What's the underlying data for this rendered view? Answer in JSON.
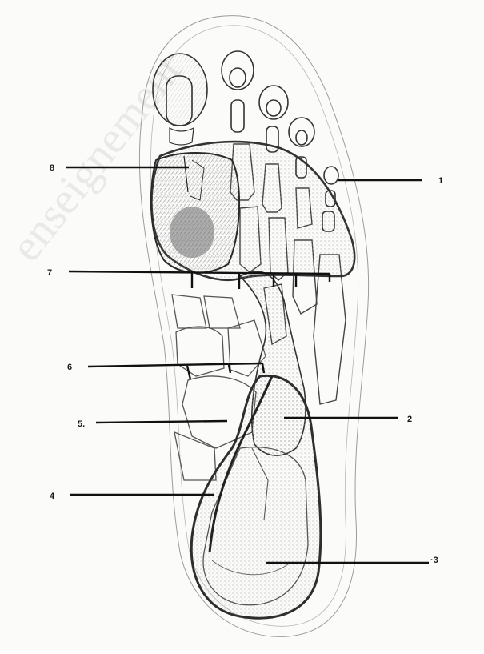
{
  "diagram": {
    "watermark": "enseignement",
    "labels": [
      {
        "id": "1",
        "text": "1"
      },
      {
        "id": "2",
        "text": "2"
      },
      {
        "id": "3",
        "text": "·3"
      },
      {
        "id": "4",
        "text": "4"
      },
      {
        "id": "5",
        "text": "5."
      },
      {
        "id": "6",
        "text": "6"
      },
      {
        "id": "7",
        "text": "7"
      },
      {
        "id": "8",
        "text": "8"
      }
    ]
  }
}
